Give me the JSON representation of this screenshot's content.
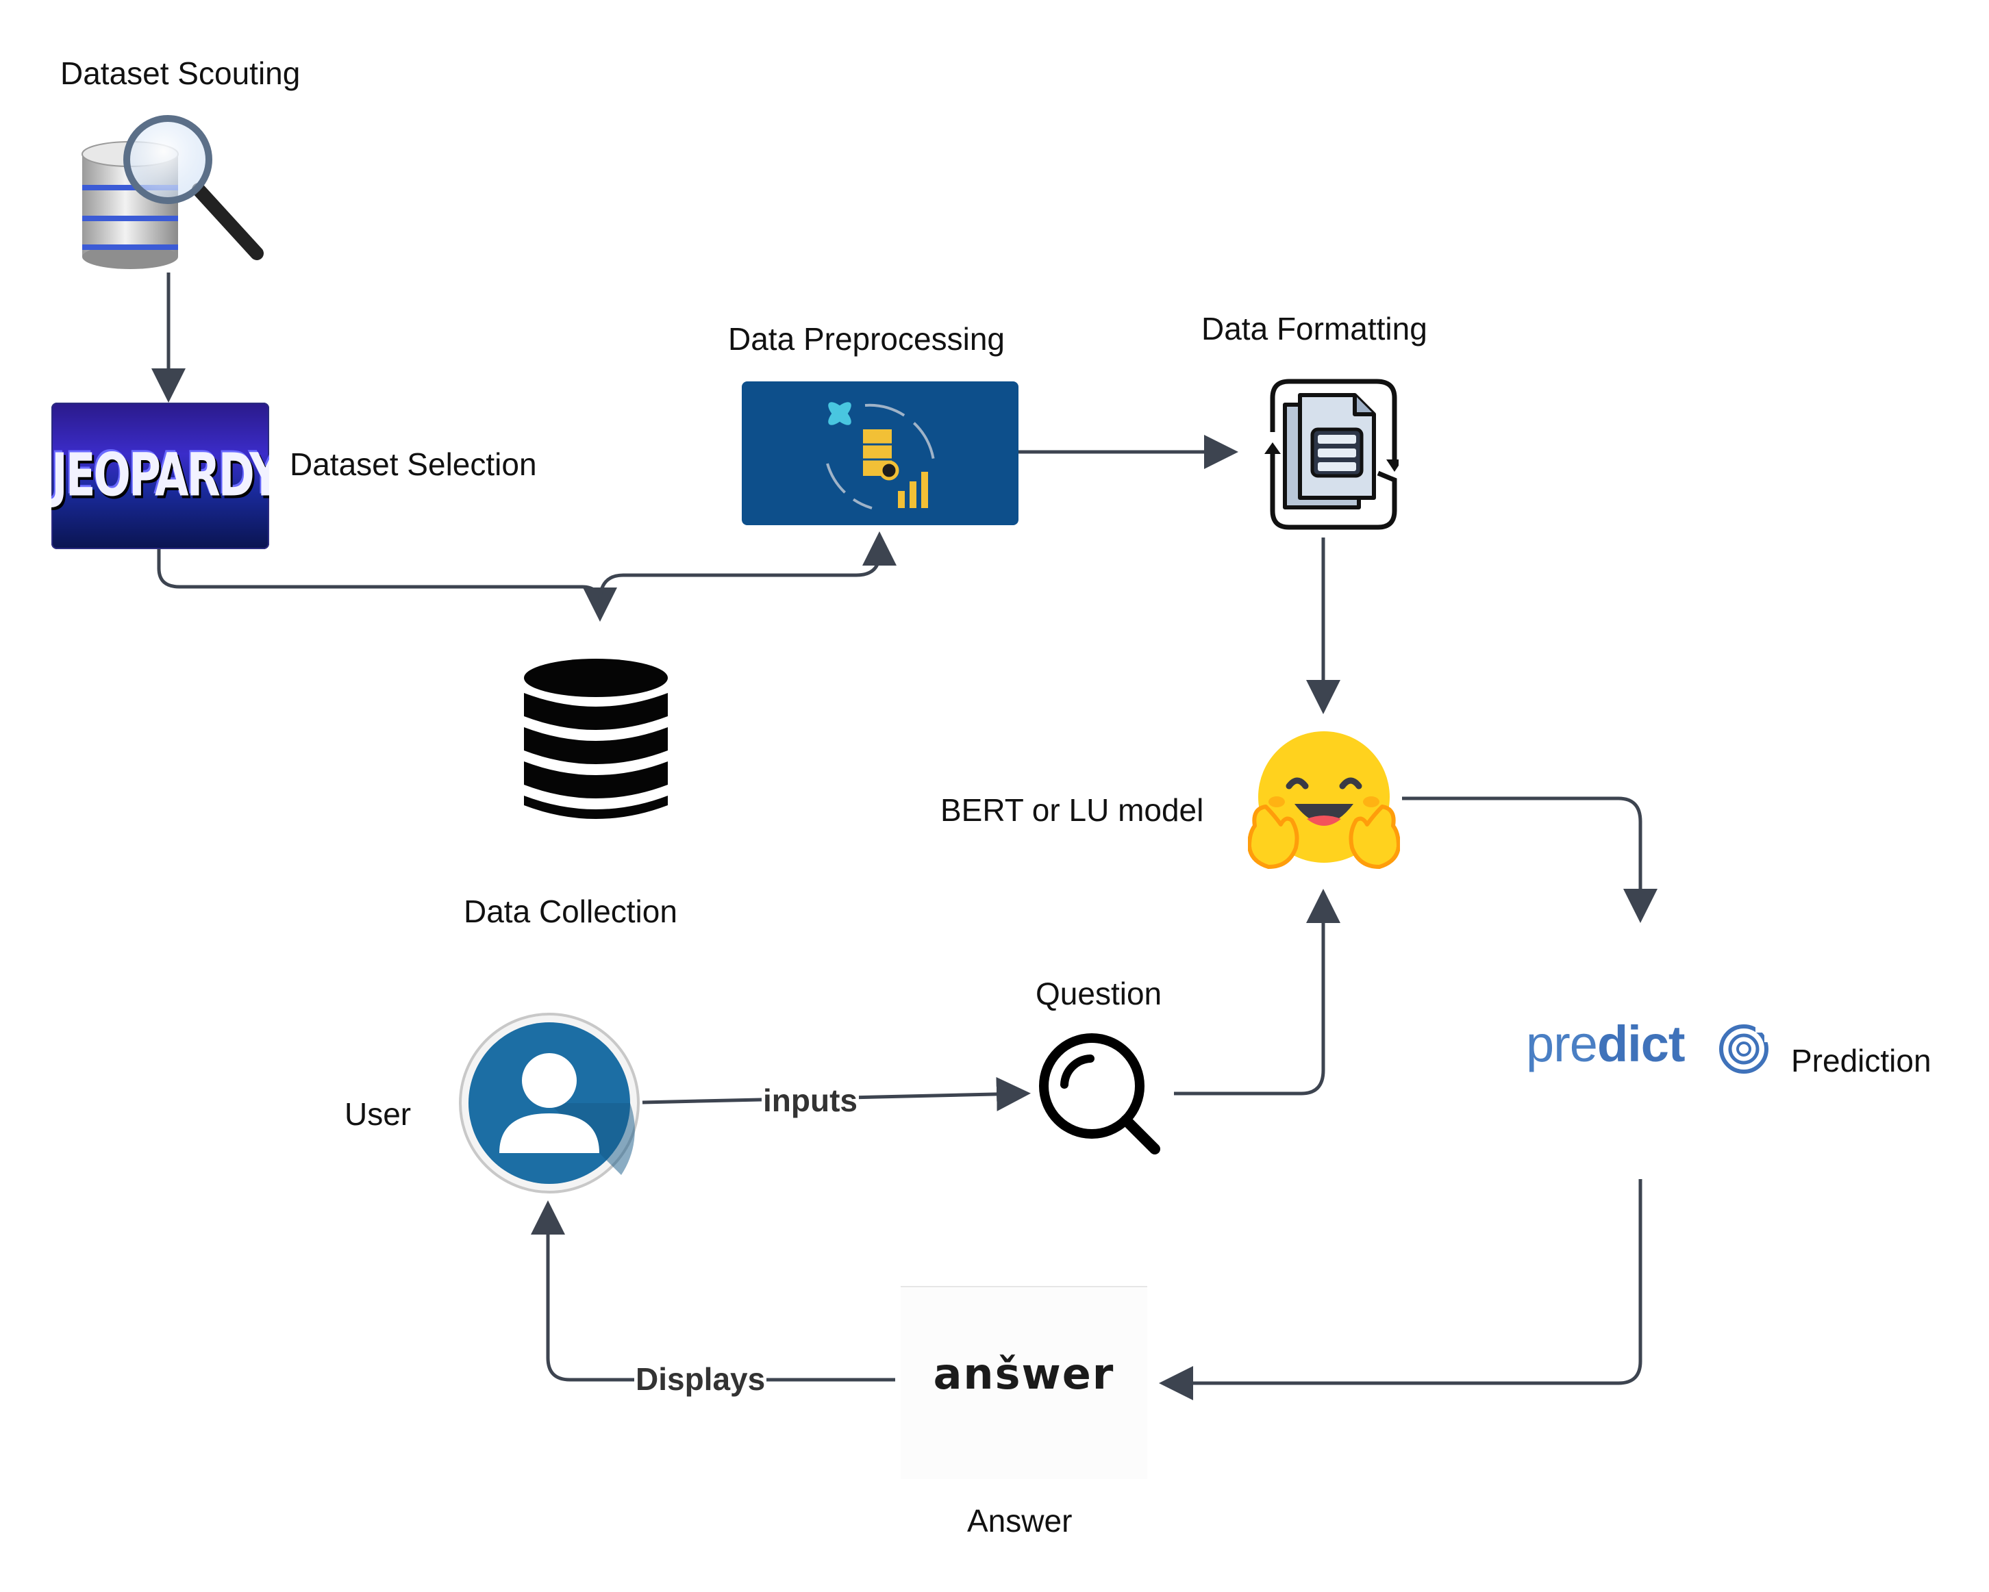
{
  "nodes": {
    "scouting": "Dataset Scouting",
    "selection": "Dataset Selection",
    "preprocessing": "Data Preprocessing",
    "formatting": "Data Formatting",
    "collection": "Data Collection",
    "model": "BERT or LU model",
    "question": "Question",
    "user": "User",
    "prediction": "Prediction",
    "answer": "Answer"
  },
  "logos": {
    "jeopardy": "JEOPARDY!",
    "predict_light": "pre",
    "predict_bold": "dict",
    "answer_word": "anšwer"
  },
  "edges": {
    "inputs": "inputs",
    "displays": "Displays"
  },
  "colors": {
    "connector": "#3d4450",
    "preprocessing_bg": "#0d4f8b",
    "user_icon": "#1c6ea4",
    "predict_blue": "#4a7fc4",
    "hug_face": "#ffd21e"
  }
}
